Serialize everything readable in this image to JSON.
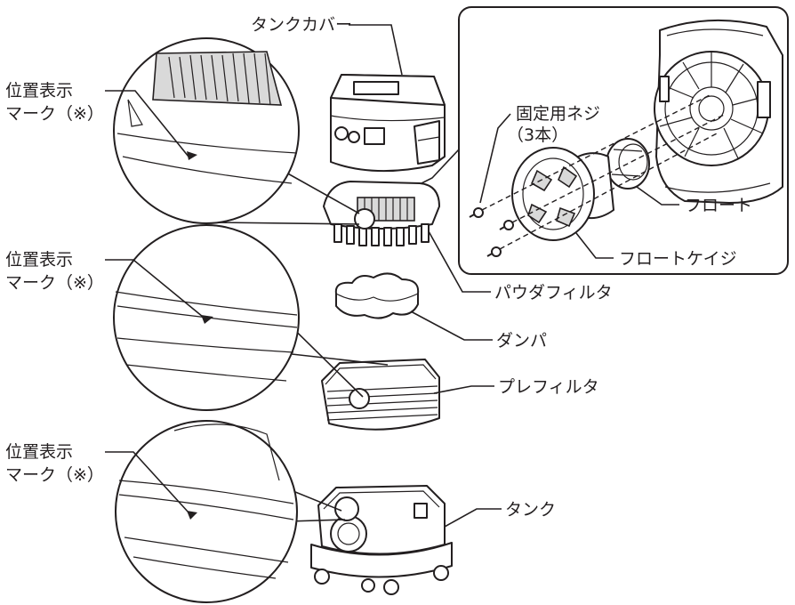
{
  "labels": {
    "tank_cover": "タンクカバー",
    "position_mark_1_line1": "位置表示",
    "position_mark_1_line2": "マーク（※）",
    "position_mark_2_line1": "位置表示",
    "position_mark_2_line2": "マーク（※）",
    "position_mark_3_line1": "位置表示",
    "position_mark_3_line2": "マーク（※）",
    "fixing_screw_line1": "固定用ネジ",
    "fixing_screw_line2": "（3本）",
    "float": "フロート",
    "float_cage": "フロートケイジ",
    "powder_filter": "パウダフィルタ",
    "damper": "ダンパ",
    "pre_filter": "プレフィルタ",
    "tank": "タンク"
  }
}
